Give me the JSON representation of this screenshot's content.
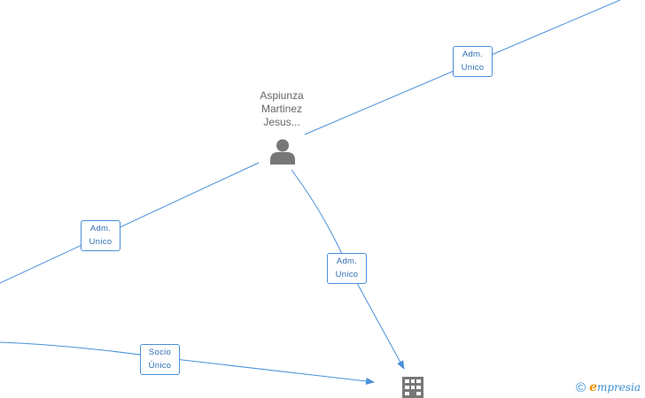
{
  "person": {
    "name_lines": [
      "Aspiunza",
      "Martinez",
      "Jesus..."
    ],
    "icon": "person-icon"
  },
  "company": {
    "icon": "building-icon"
  },
  "edges": [
    {
      "id": "edge-top-right",
      "label": [
        "Adm.",
        "Unico"
      ]
    },
    {
      "id": "edge-left",
      "label": [
        "Adm.",
        "Unico"
      ]
    },
    {
      "id": "edge-to-company",
      "label": [
        "Adm.",
        "Unico"
      ]
    },
    {
      "id": "edge-bottom",
      "label": [
        "Socio",
        "Único"
      ]
    }
  ],
  "footer": {
    "copyright_symbol": "©",
    "brand_initial": "e",
    "brand_rest": "mpresia"
  },
  "colors": {
    "edge": "#4a90d9",
    "node": "#777777",
    "brand_blue": "#3d8fd0",
    "brand_orange": "#f29100"
  }
}
